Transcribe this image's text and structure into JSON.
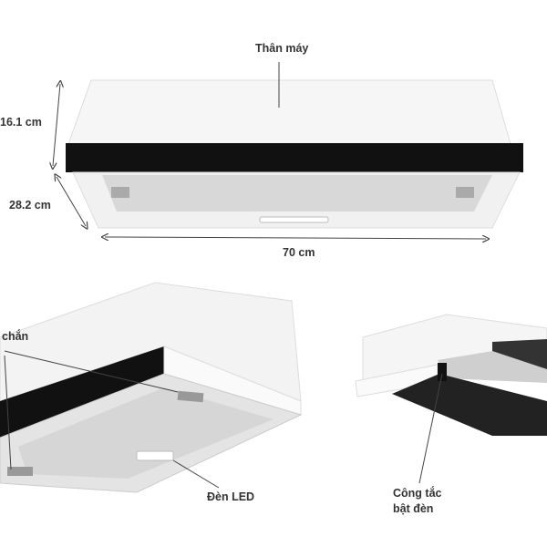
{
  "labels": {
    "body": "Thân máy",
    "height": "16.1 cm",
    "depth": "28.2 cm",
    "width": "70 cm",
    "panel": "chắn",
    "led": "Đèn LED",
    "switch_line1": "Công tắc",
    "switch_line2": "bật đèn"
  },
  "colors": {
    "glass": "#111111",
    "body": "#f4f4f4",
    "filter": "#d9d9d9",
    "text": "#333333"
  }
}
